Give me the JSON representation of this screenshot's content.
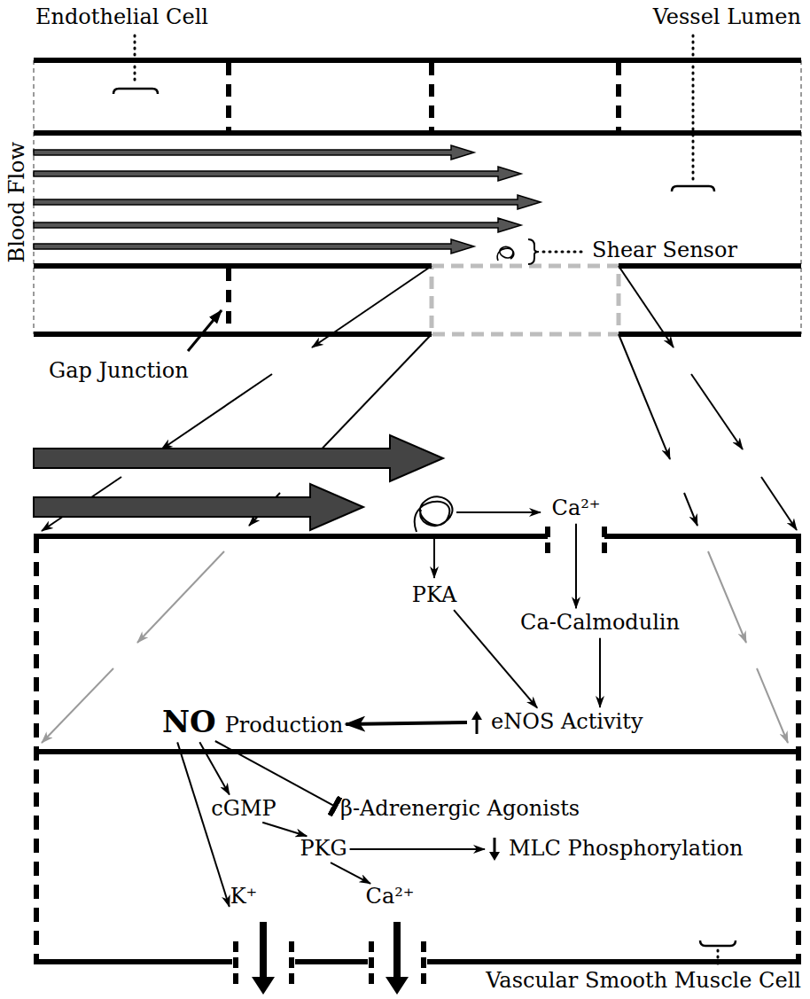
{
  "diagram": {
    "nodes": [
      {
        "text": [
          "Ca²⁺"
        ]
      },
      {
        "text": [
          "PKA"
        ]
      },
      {
        "text": [
          "Ca-Calmodulin"
        ]
      },
      {
        "text": [
          "eNOS Activity"
        ]
      },
      {
        "text": [
          "NO",
          "Production"
        ]
      },
      {
        "text": [
          "cGMP"
        ]
      },
      {
        "text": [
          "β-Adrenergic Agonists"
        ]
      },
      {
        "text": [
          "PKG"
        ]
      },
      {
        "text": [
          "MLC Phosphorylation"
        ]
      },
      {
        "text": [
          "K⁺"
        ]
      },
      {
        "text": [
          "Ca²⁺"
        ]
      }
    ],
    "edges": [
      {
        "from": 0,
        "to": 2,
        "arrow": "to"
      },
      {
        "from": 1,
        "to": 3,
        "arrow": "to"
      },
      {
        "from": 2,
        "to": 3,
        "arrow": "to"
      },
      {
        "from": 3,
        "to": 4,
        "arrow": "to"
      },
      {
        "from": 4,
        "to": 5,
        "arrow": "to"
      },
      {
        "from": 4,
        "to": 6,
        "arrow": "to"
      },
      {
        "from": 4,
        "to": 9,
        "arrow": "to"
      },
      {
        "from": 5,
        "to": 7,
        "arrow": "to"
      },
      {
        "from": 7,
        "to": 8,
        "arrow": "to"
      },
      {
        "from": 7,
        "to": 10,
        "arrow": "to"
      }
    ],
    "labels": [
      "Endothelial Cell",
      "Vessel Lumen",
      "Blood Flow",
      "Shear Sensor",
      "Gap Junction",
      "Vascular Smooth Muscle Cell"
    ]
  }
}
